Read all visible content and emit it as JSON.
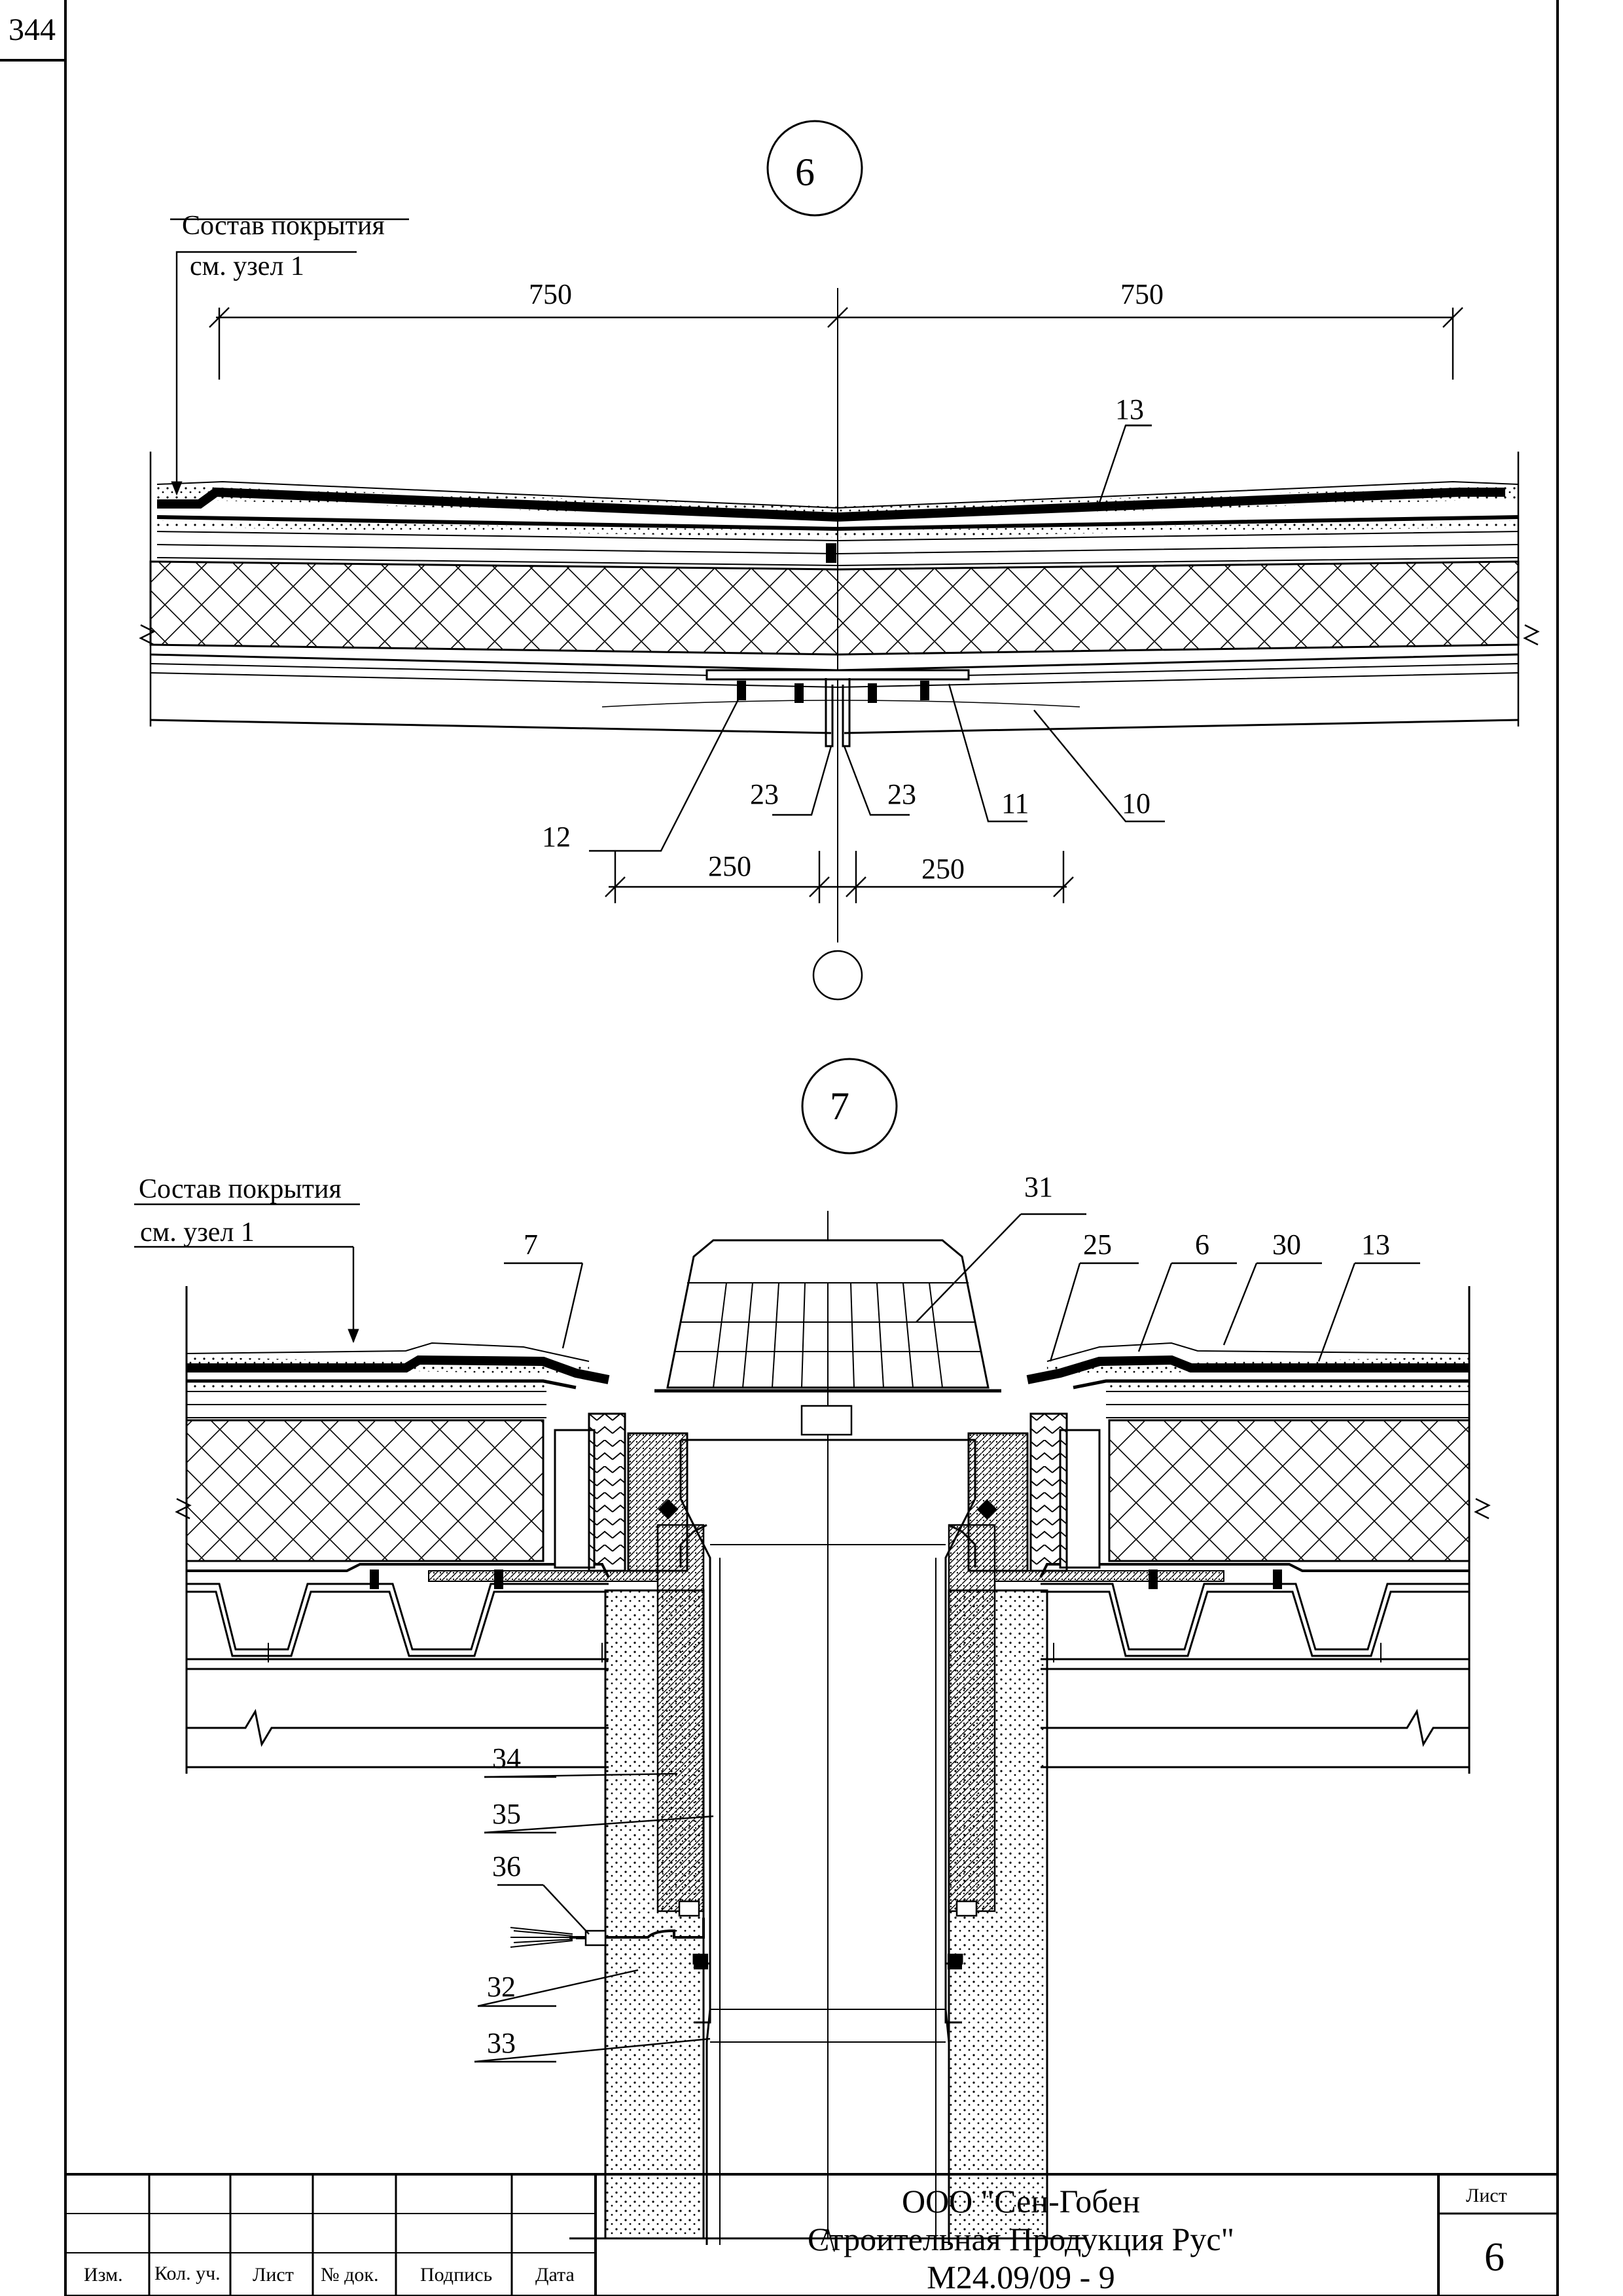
{
  "page_number": "344",
  "node6": {
    "marker": "6",
    "coating_label_line1": "Состав покрытия",
    "coating_label_line2": "см. узел 1",
    "dim_left": "750",
    "dim_right": "750",
    "dim_bottom_left": "250",
    "dim_bottom_right": "250",
    "callouts": [
      "13",
      "12",
      "23",
      "23",
      "11",
      "10"
    ]
  },
  "node7": {
    "marker": "7",
    "coating_label_line1": "Состав покрытия",
    "coating_label_line2": "см. узел 1",
    "callouts_top": [
      "7",
      "31",
      "25",
      "6",
      "30",
      "13"
    ],
    "callouts_left": [
      "34",
      "35",
      "36",
      "32",
      "33"
    ]
  },
  "title_block": {
    "headers": [
      "Изм.",
      "Кол. уч.",
      "Лист",
      "№ док.",
      "Подпись",
      "Дата"
    ],
    "org_line1": "ООО \"Сен-Гобен",
    "org_line2": "Строительная Продукция Рус\"",
    "doc_code": "М24.09/09 - 9",
    "sheet_label": "Лист",
    "sheet_number": "6"
  }
}
